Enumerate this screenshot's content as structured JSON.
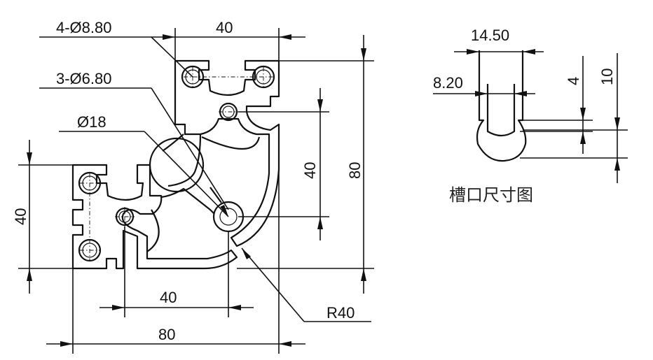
{
  "labels": {
    "hole_small": "4-Ø8.80",
    "hole_mid": "3-Ø6.80",
    "hole_big": "Ø18",
    "dim_top_40": "40",
    "dim_right_40": "40",
    "dim_right_80": "80",
    "dim_left_40": "40",
    "dim_bottom_40": "40",
    "dim_bottom_80": "80",
    "radius": "R40",
    "slot_width_outer": "14.50",
    "slot_width_inner": "8.20",
    "slot_depth_4": "4",
    "slot_depth_10": "10",
    "slot_caption": "槽口尺寸图"
  }
}
